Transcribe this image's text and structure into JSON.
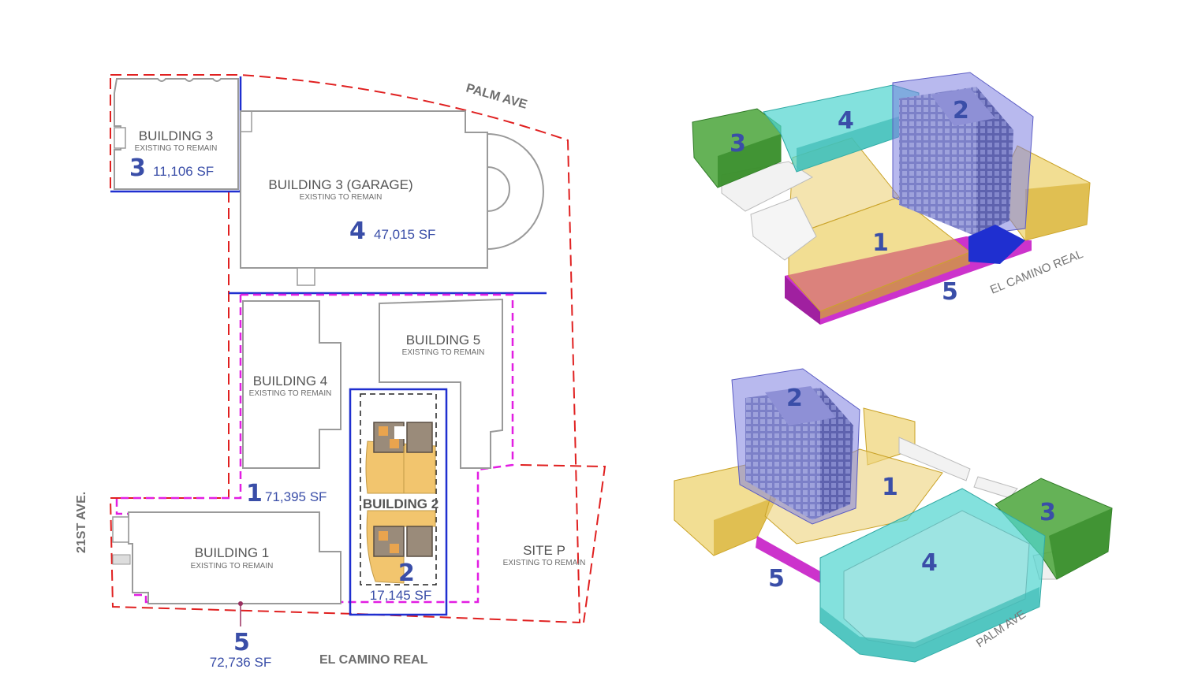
{
  "streets": {
    "palm_ave": "PALM AVE",
    "el_camino_real": "EL CAMINO REAL",
    "st21": "21ST AVE."
  },
  "existing": "EXISTING TO REMAIN",
  "buildings": {
    "b3": "BUILDING 3",
    "b3_garage": "BUILDING 3 (GARAGE)",
    "b4": "BUILDING 4",
    "b5": "BUILDING 5",
    "b1": "BUILDING 1",
    "b2": "BUILDING 2",
    "site_p": "SITE P"
  },
  "parcels": [
    {
      "id": "1",
      "area": "71,395 SF"
    },
    {
      "id": "2",
      "area": "17,145 SF"
    },
    {
      "id": "3",
      "area": "11,106 SF"
    },
    {
      "id": "4",
      "area": "47,015 SF"
    },
    {
      "id": "5",
      "area": "72,736 SF"
    }
  ],
  "axon_top": {
    "labels": [
      "1",
      "2",
      "3",
      "4",
      "5"
    ],
    "street": "EL CAMINO REAL"
  },
  "axon_bottom": {
    "labels": [
      "1",
      "2",
      "3",
      "4",
      "5"
    ],
    "street": "PALM AVE"
  },
  "colors": {
    "parcel1": "#e8c23a",
    "parcel2": "#7e7fe0",
    "parcel3": "#4aa53a",
    "parcel4": "#4fd4cf",
    "parcel5": "#cc33cc",
    "site_boundary": "#e02020",
    "blue_line": "#1f2fd0",
    "magenta_line": "#e21ee2",
    "label_blue": "#3a4ea8"
  }
}
